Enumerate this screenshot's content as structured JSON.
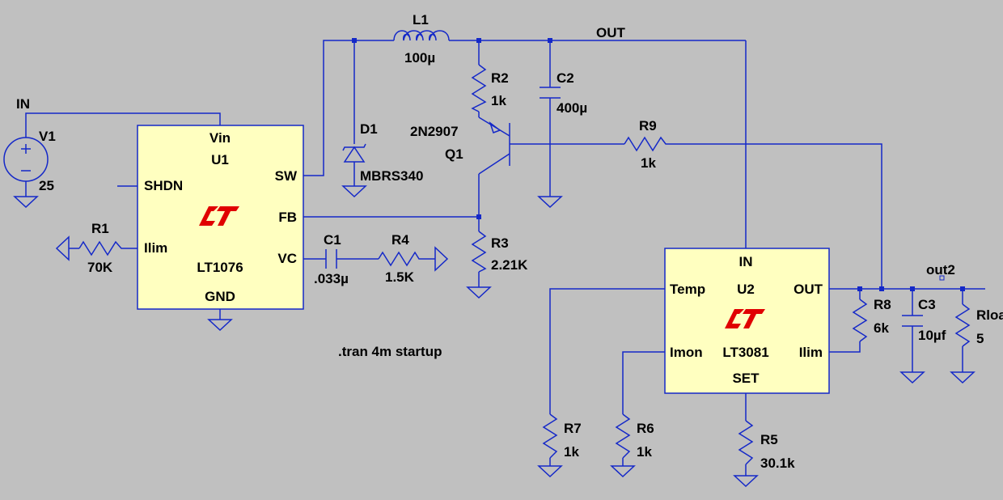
{
  "netlabels": {
    "in": "IN",
    "out": "OUT",
    "out2": "out2"
  },
  "directive": ".tran 4m startup",
  "u1": {
    "ref": "U1",
    "model": "LT1076",
    "pins": {
      "vin": "Vin",
      "shdn": "SHDN",
      "sw": "SW",
      "fb": "FB",
      "ilim": "Ilim",
      "vc": "VC",
      "gnd": "GND"
    }
  },
  "u2": {
    "ref": "U2",
    "model": "LT3081",
    "pins": {
      "in": "IN",
      "temp": "Temp",
      "out": "OUT",
      "imon": "Imon",
      "ilim": "Ilim",
      "set": "SET"
    }
  },
  "v1": {
    "ref": "V1",
    "value": "25"
  },
  "r1": {
    "ref": "R1",
    "value": "70K"
  },
  "l1": {
    "ref": "L1",
    "value": "100µ"
  },
  "d1": {
    "ref": "D1",
    "value": "MBRS340"
  },
  "r2": {
    "ref": "R2",
    "value": "1k"
  },
  "c2": {
    "ref": "C2",
    "value": "400µ"
  },
  "q1": {
    "ref": "Q1",
    "value": "2N2907"
  },
  "r9": {
    "ref": "R9",
    "value": "1k"
  },
  "r3": {
    "ref": "R3",
    "value": "2.21K"
  },
  "c1": {
    "ref": "C1",
    "value": ".033µ"
  },
  "r4": {
    "ref": "R4",
    "value": "1.5K"
  },
  "r8": {
    "ref": "R8",
    "value": "6k"
  },
  "c3": {
    "ref": "C3",
    "value": "10µf"
  },
  "rload": {
    "ref": "Rload",
    "value": "5"
  },
  "r7": {
    "ref": "R7",
    "value": "1k"
  },
  "r6": {
    "ref": "R6",
    "value": "1k"
  },
  "r5": {
    "ref": "R5",
    "value": "30.1k"
  },
  "colors": {
    "background": "#c0c0c0",
    "wire": "#1428c8",
    "ic_fill": "#ffffc0",
    "logo": "#e00000"
  }
}
